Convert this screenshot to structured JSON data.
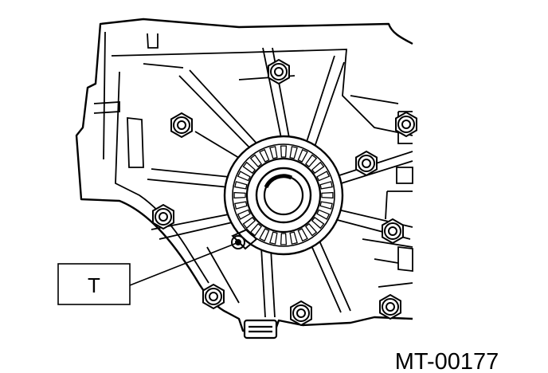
{
  "diagram": {
    "callout_label": "T",
    "figure_code": "MT-00177",
    "bolt_count": 9,
    "rim_tab_count": 28
  },
  "colors": {
    "ink": "#000000",
    "paper": "#ffffff",
    "shade": "#dcdcdc"
  }
}
